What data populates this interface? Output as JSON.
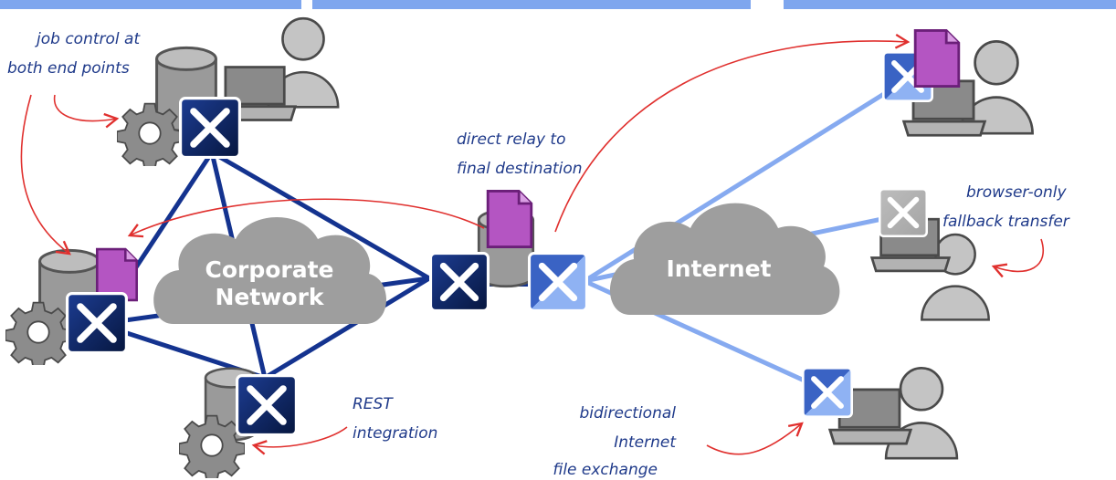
{
  "clouds": {
    "corporate": {
      "line1": "Corporate",
      "line2": "Network"
    },
    "internet": {
      "label": "Internet"
    }
  },
  "annotations": {
    "job_control": {
      "line1": "job control at",
      "line2": "both end points"
    },
    "direct_relay": {
      "line1": "direct relay to",
      "line2": "final destination"
    },
    "browser_only": {
      "line1": "browser-only",
      "line2": "fallback transfer"
    },
    "rest": {
      "line1": "REST",
      "line2": "integration"
    },
    "bidirectional": {
      "line1": "bidirectional",
      "line2": "Internet",
      "line3": "file exchange"
    }
  },
  "colors": {
    "corporate_link": "#14338f",
    "internet_link": "#86aaf0",
    "cloud": "#9e9e9e",
    "node_dark": "#0d2a6e",
    "node_light": "#7ea6ee",
    "document": "#b455c2",
    "annotation_arrow": "#e0302e",
    "annotation_text": "#1f3a8a",
    "top_bar": "#7ea6ee"
  }
}
